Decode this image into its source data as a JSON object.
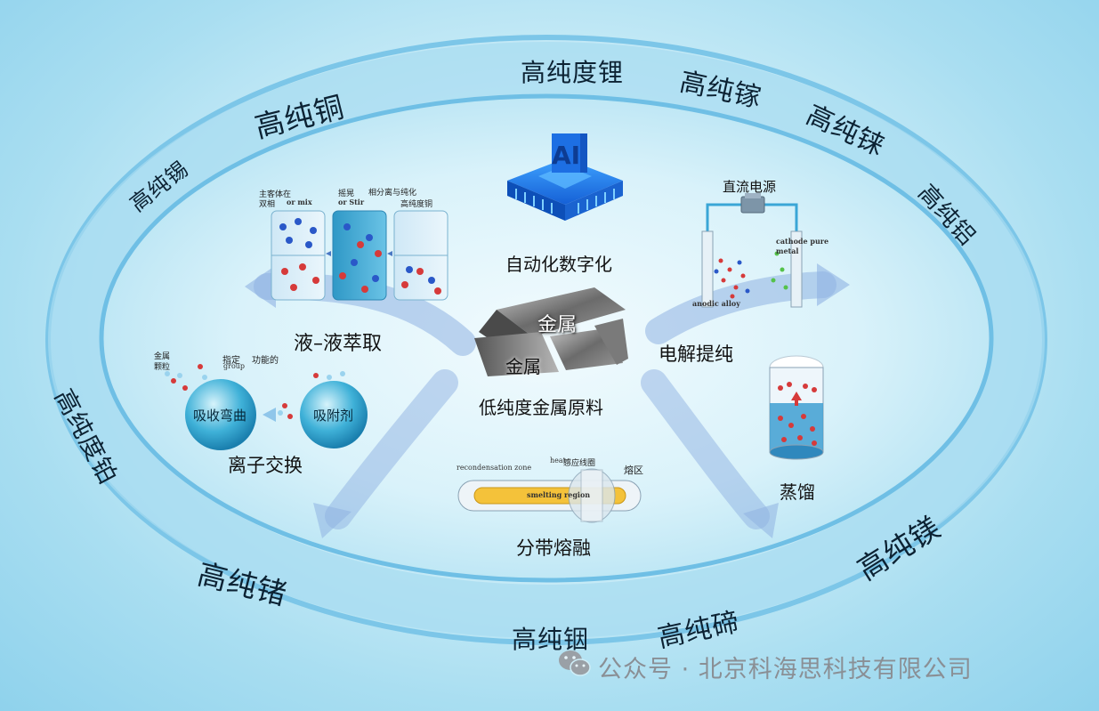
{
  "ring_labels": {
    "lithium": "高纯度锂",
    "gallium": "高纯镓",
    "rhenium": "高纯铼",
    "aluminum": "高纯铝",
    "copper": "高纯铜",
    "tin": "高纯锡",
    "platinum": "高纯度铂",
    "germanium": "高纯锗",
    "indium": "高纯铟",
    "tellurium": "高纯碲",
    "magnesium": "高纯镁"
  },
  "center": {
    "ai_badge": "AI",
    "automation": "自动化数字化",
    "metal_top": "金属",
    "metal_bottom": "金属",
    "raw_material": "低纯度金属原料"
  },
  "methods": {
    "liquid_extraction": {
      "label": "液–液萃取",
      "note_main_body": "主客体在",
      "note_two_phase": "双相",
      "note_mix": "or mix",
      "note_shake": "摇晃",
      "note_or_stir": "or Stir",
      "note_phase_sep": "相分离与纯化",
      "note_hp_copper": "高纯度铜"
    },
    "ion_exchange": {
      "label": "离子交换",
      "metal_particles": "金属",
      "metal_particles_2": "颗粒",
      "designated": "指定",
      "group": "group",
      "functional": "功能的",
      "sphere_absorb": "吸收弯曲",
      "sphere_adsorbent": "吸附剂"
    },
    "zone_melting": {
      "label": "分带熔融",
      "recondensation": "recondensation zone",
      "heat": "heat",
      "induction_coil": "感应线圈",
      "melting_region": "smelting region",
      "melt_zone": "熔区"
    },
    "electrolysis": {
      "label": "电解提纯",
      "dc_power": "直流电源",
      "cathode": "cathode pure",
      "cathode_2": "metal",
      "anode": "anodic alloy"
    },
    "distillation": {
      "label": "蒸馏"
    }
  },
  "watermark": "公众号 · 北京科海思科技有限公司",
  "icons": {
    "wechat": "wechat-icon",
    "ai_chip": "ai-chip-icon",
    "dc_source": "power-source-icon"
  },
  "colors": {
    "ring": "#5fb4df",
    "background": "#bde8f6",
    "arrow": "#8fb6e4",
    "particle_red": "#d63a3a",
    "particle_blue": "#2a58c8",
    "chip_blue": "#1b73e6"
  }
}
